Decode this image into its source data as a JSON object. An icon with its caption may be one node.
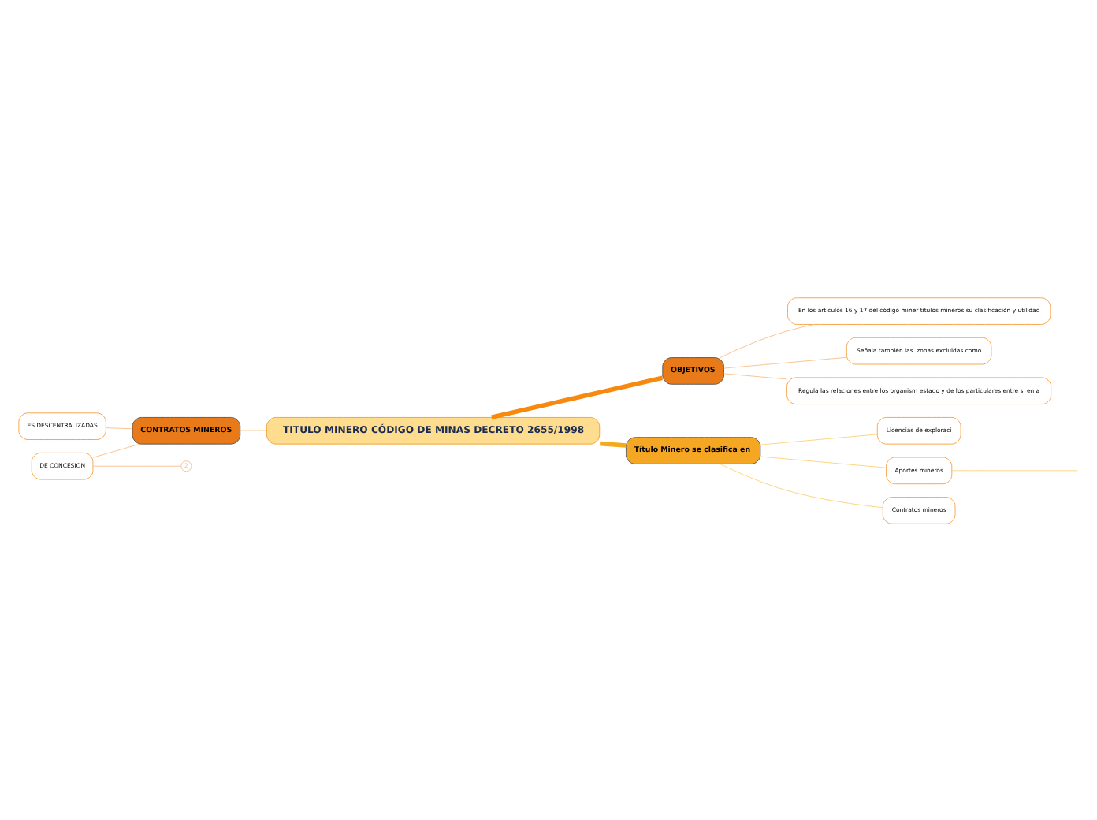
{
  "diagram": {
    "nodes": [
      {
        "text": [
          "TITULO MINERO CÓDIGO DE MINAS DECRETO 2655/1998"
        ]
      },
      {
        "text": [
          "OBJETIVOS"
        ]
      },
      {
        "text": [
          "En los artículos 16 y 17 del código miner títulos mineros su clasificación y utilidad"
        ]
      },
      {
        "text": [
          "Señala también las  zonas excluidas como"
        ]
      },
      {
        "text": [
          "Regula las relaciones entre los organism estado y de los particulares entre si en a"
        ]
      },
      {
        "text": [
          "Título Minero se clasifica en"
        ]
      },
      {
        "text": [
          "Licencias de exploraci"
        ]
      },
      {
        "text": [
          "Aportes mineros"
        ]
      },
      {
        "text": [
          "Contratos mineros"
        ]
      },
      {
        "text": [
          "CONTRATOS MINEROS"
        ]
      },
      {
        "text": [
          "DE CONCESION"
        ]
      },
      {
        "text": [
          "ES DESCENTRALIZADAS"
        ]
      },
      {
        "text": [
          "2"
        ]
      }
    ],
    "edges": [
      {
        "from": 0,
        "to": 1,
        "arrow": "none",
        "style": "thick",
        "color": "#f7890f"
      },
      {
        "from": 1,
        "to": 2,
        "arrow": "none",
        "color": "#f9c08a"
      },
      {
        "from": 1,
        "to": 3,
        "arrow": "none",
        "color": "#f9c08a"
      },
      {
        "from": 1,
        "to": 4,
        "arrow": "none",
        "color": "#f9c08a"
      },
      {
        "from": 0,
        "to": 5,
        "arrow": "none",
        "style": "thick",
        "color": "#f5aa1c"
      },
      {
        "from": 5,
        "to": 6,
        "arrow": "none",
        "color": "#fcd37a"
      },
      {
        "from": 5,
        "to": 7,
        "arrow": "none",
        "color": "#fcd37a"
      },
      {
        "from": 5,
        "to": 8,
        "arrow": "none",
        "color": "#fcd37a"
      },
      {
        "from": 7,
        "to": null,
        "arrow": "none",
        "color": "#fcd37a"
      },
      {
        "from": 0,
        "to": 9,
        "arrow": "none",
        "color": "#f7890f"
      },
      {
        "from": 9,
        "to": 10,
        "arrow": "none",
        "color": "#f9c08a"
      },
      {
        "from": 9,
        "to": 11,
        "arrow": "none",
        "color": "#f9c08a"
      },
      {
        "from": 12,
        "to": 10,
        "arrow": "none",
        "color": "#f9c08a"
      }
    ]
  }
}
